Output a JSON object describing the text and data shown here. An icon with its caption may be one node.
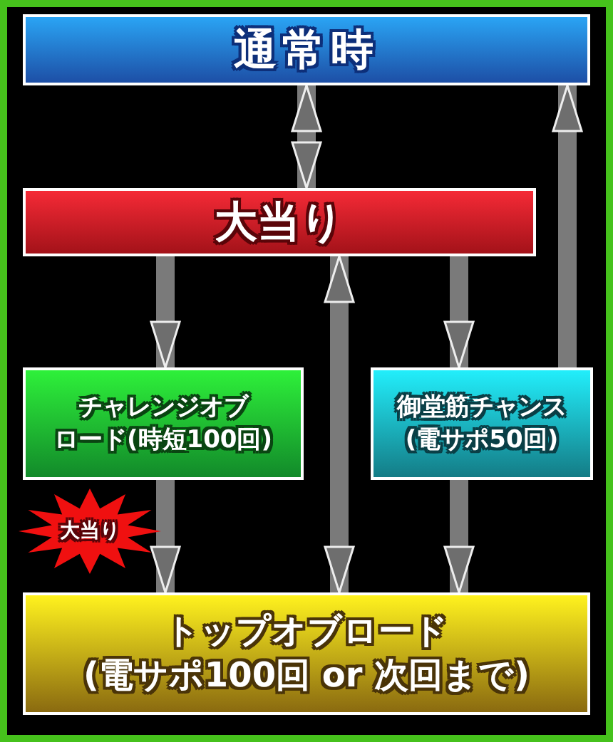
{
  "diagram": {
    "nodes": [
      {
        "text": [
          "通常時"
        ]
      },
      {
        "text": [
          "大当り"
        ]
      },
      {
        "text": [
          "チャレンジオブロード(時短100回)"
        ]
      },
      {
        "text": [
          "御堂筋チャンス(電サポ50回)"
        ]
      },
      {
        "text": [
          "トップオブロード(電サポ100回 or 次回まで)"
        ]
      },
      {
        "text": [
          "大当り"
        ]
      }
    ],
    "edges": [
      {
        "from": 0,
        "to": 1,
        "arrow": "both"
      },
      {
        "from": 1,
        "to": 2,
        "arrow": "to"
      },
      {
        "from": 1,
        "to": 3,
        "arrow": "to"
      },
      {
        "from": 4,
        "to": 1,
        "arrow": "both"
      },
      {
        "from": 2,
        "to": 4,
        "arrow": "to"
      },
      {
        "from": 3,
        "to": 4,
        "arrow": "to"
      },
      {
        "from": 3,
        "to": 0,
        "arrow": "to"
      }
    ]
  }
}
